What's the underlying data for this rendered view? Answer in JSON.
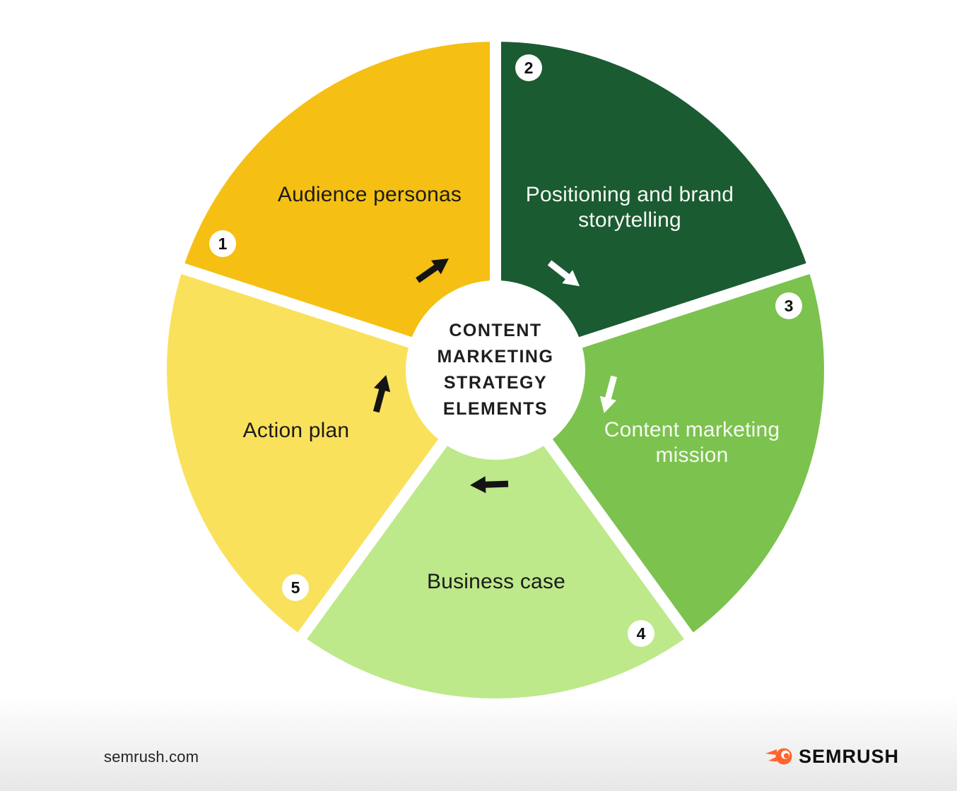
{
  "diagram": {
    "title_lines": [
      "CONTENT",
      "MARKETING",
      "STRATEGY",
      "ELEMENTS"
    ],
    "segments": [
      {
        "number": "1",
        "label": "Audience personas",
        "color": "#F5C013",
        "label_color": "#1B1B1B",
        "arrow_color": "#141414"
      },
      {
        "number": "2",
        "label": "Positioning and brand storytelling",
        "color": "#1A5B32",
        "label_color": "#F6F9F2",
        "arrow_color": "#FFFFFF"
      },
      {
        "number": "3",
        "label": "Content marketing mission",
        "color": "#7CC24E",
        "label_color": "#F6F9F2",
        "arrow_color": "#FFFFFF"
      },
      {
        "number": "4",
        "label": "Business case",
        "color": "#BDE98A",
        "label_color": "#1B1B1B",
        "arrow_color": "#141414"
      },
      {
        "number": "5",
        "label": "Action plan",
        "color": "#FAE15C",
        "label_color": "#1B1B1B",
        "arrow_color": "#141414"
      }
    ],
    "divider_color": "#FFFFFF",
    "center_circle_color": "#FFFFFF",
    "badge_bg": "#FFFFFF",
    "badge_text_color": "#111111"
  },
  "footer": {
    "site": "semrush.com",
    "brand": "SEMRUSH",
    "brand_color": "#FF642D"
  }
}
